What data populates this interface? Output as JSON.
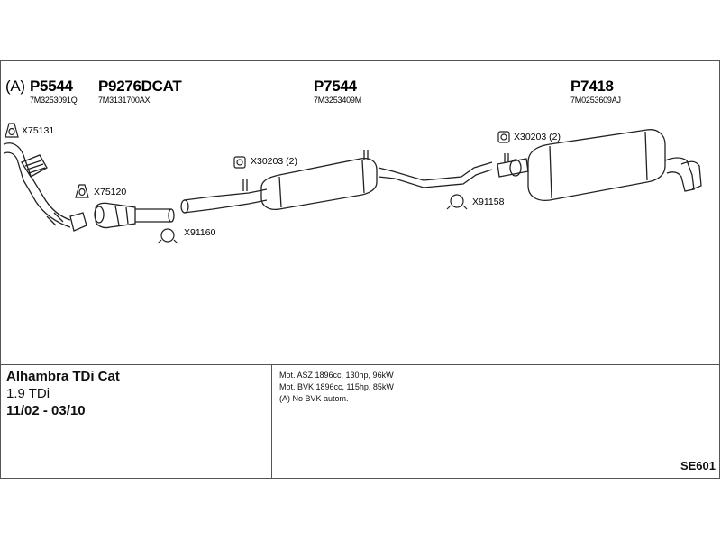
{
  "header": {
    "prefix": "(A)",
    "parts": [
      {
        "number": "P5544",
        "oe": "7M3253091Q"
      },
      {
        "number": "P9276DCAT",
        "oe": "7M3131700AX"
      },
      {
        "number": "P7544",
        "oe": "7M3253409M"
      },
      {
        "number": "P7418",
        "oe": "7M0253609AJ"
      }
    ]
  },
  "fittings": {
    "x75131": "X75131",
    "x75120": "X75120",
    "x91160": "X91160",
    "x30203_left": "X30203 (2)",
    "x30203_right": "X30203 (2)",
    "x91158": "X91158"
  },
  "vehicle": {
    "model": "Alhambra TDi Cat",
    "engine": "1.9 TDi",
    "years": "11/02 - 03/10"
  },
  "notes": [
    "Mot. ASZ 1896cc, 130hp, 96kW",
    "Mot. BVK 1896cc, 115hp, 85kW",
    "(A) No BVK autom."
  ],
  "system_code": "SE601"
}
